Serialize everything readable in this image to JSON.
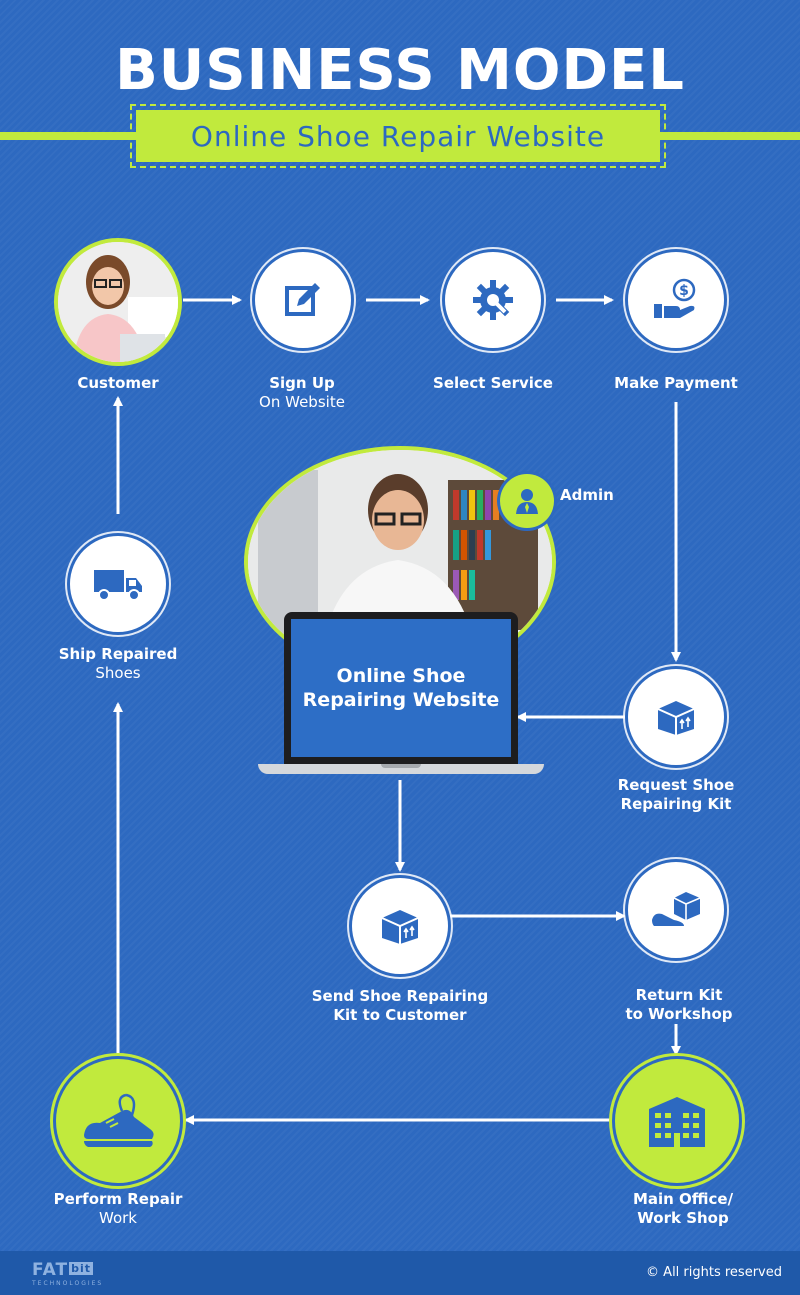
{
  "header": {
    "title": "BUSINESS MODEL",
    "subtitle": "Online Shoe Repair Website"
  },
  "nodes": {
    "customer": {
      "line1": "Customer",
      "line2": ""
    },
    "sign_up": {
      "line1": "Sign Up",
      "line2": "On Website"
    },
    "select_service": {
      "line1": "Select Service",
      "line2": ""
    },
    "make_payment": {
      "line1": "Make Payment",
      "line2": ""
    },
    "admin": {
      "line1": "Admin",
      "line2": ""
    },
    "request_kit": {
      "line1": "Request Shoe",
      "line2": "Repairing Kit"
    },
    "send_kit": {
      "line1": "Send Shoe Repairing",
      "line2": "Kit to Customer"
    },
    "return_kit": {
      "line1": "Return Kit",
      "line2": "to Workshop"
    },
    "main_office": {
      "line1": "Main Office/",
      "line2": "Work Shop"
    },
    "perform_repair": {
      "line1": "Perform Repair",
      "line2": "Work"
    },
    "ship_repaired": {
      "line1": "Ship Repaired",
      "line2": "Shoes"
    }
  },
  "laptop_screen": {
    "line1": "Online Shoe",
    "line2": "Repairing Website"
  },
  "footer": {
    "logo": "FAT",
    "logo_bit": "bit",
    "logo_sub": "TECHNOLOGIES",
    "copyright": "All rights reserved"
  },
  "colors": {
    "background": "#2d69c0",
    "accent": "#c1ea3d",
    "node_fill": "#ffffff",
    "icon": "#2d69c0"
  },
  "icons": {
    "sign_up": "edit-form-icon",
    "select_service": "gear-wrench-icon",
    "make_payment": "hand-dollar-icon",
    "request_kit": "box-icon",
    "send_kit": "box-icon",
    "return_kit": "shoe-box-icon",
    "main_office": "building-icon",
    "perform_repair": "shoe-lace-icon",
    "ship_repaired": "truck-icon",
    "admin": "admin-user-icon"
  }
}
